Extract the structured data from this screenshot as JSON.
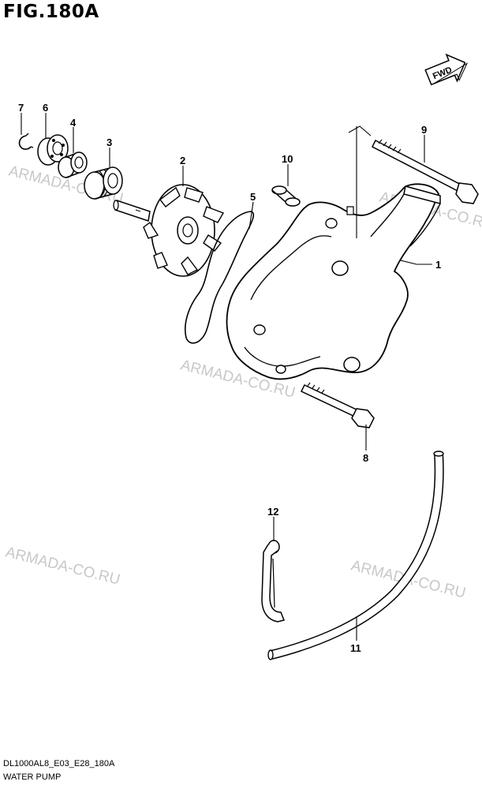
{
  "figure": {
    "title": "FIG.180A",
    "code": "DL1000AL8_E03_E28_180A",
    "name": "WATER PUMP"
  },
  "fwd_label": "FWD",
  "watermark": "ARMADA-CO.RU",
  "callouts": [
    "1",
    "2",
    "3",
    "4",
    "5",
    "6",
    "7",
    "8",
    "9",
    "10",
    "11",
    "12"
  ]
}
